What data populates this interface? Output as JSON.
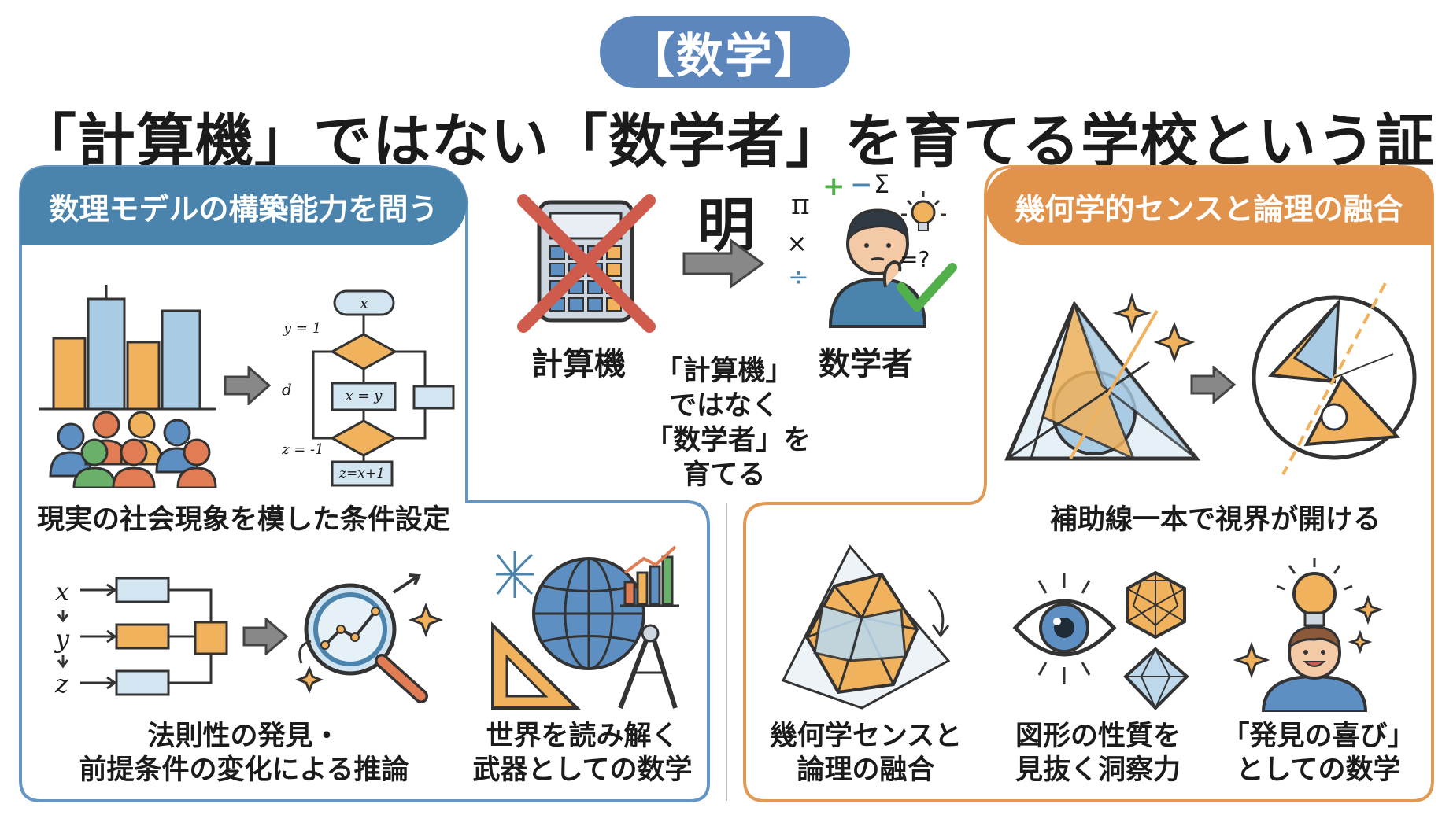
{
  "header": {
    "badge": "【数学】",
    "headline": "「計算機」ではない「数学者」を育てる学校という証明"
  },
  "left_panel": {
    "title": "数理モデルの構築能力を問う",
    "caption_top": "現実の社会現象を模した条件設定",
    "caption_law_1": "法則性の発見・",
    "caption_law_2": "前提条件の変化による推論",
    "caption_world_1": "世界を読み解く",
    "caption_world_2": "武器としての数学",
    "flowchart": {
      "start": "x",
      "y_label": "y = 1",
      "d_label": "d",
      "process": "x = y",
      "z_label": "z = -1",
      "end": "z=x+1"
    },
    "vars": [
      "x",
      "y",
      "z"
    ]
  },
  "center": {
    "calculator_label": "計算機",
    "mathematician_label": "数学者",
    "middle_text": [
      "「計算機」",
      "ではなく",
      "「数学者」を",
      "育てる"
    ],
    "symbols": {
      "pi": "π",
      "plus": "+",
      "minus": "−",
      "sigma": "Σ",
      "times": "×",
      "divide": "÷",
      "eq_q": "=?"
    }
  },
  "right_panel": {
    "title": "幾何学的センスと論理の融合",
    "caption_top": "補助線一本で視界が開ける",
    "caption_geo_1": "幾何学センスと",
    "caption_geo_2": "論理の融合",
    "caption_insight_1": "図形の性質を",
    "caption_insight_2": "見抜く洞察力",
    "caption_joy_1": "「発見の喜び」",
    "caption_joy_2": "としての数学"
  },
  "colors": {
    "blue": "#5d86bd",
    "blue_dark": "#4a84ac",
    "orange": "#e2934b",
    "accent_orange": "#f0b25c",
    "light_blue": "#bcd8ea",
    "red": "#cf5b4c",
    "green": "#52b04a"
  }
}
